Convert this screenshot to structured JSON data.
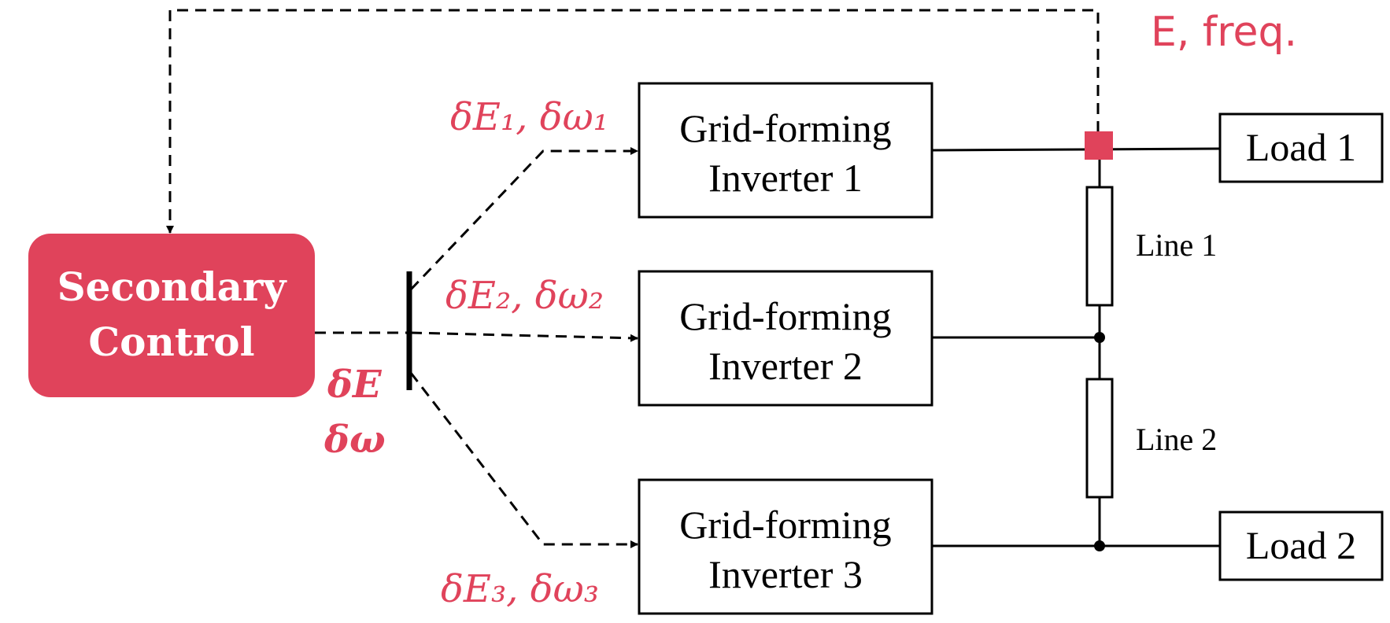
{
  "colors": {
    "accent": "#e0435b",
    "line": "#000000",
    "background": "#ffffff"
  },
  "controller": {
    "line1": "Secondary",
    "line2": "Control"
  },
  "broadcast": {
    "line1": "δE",
    "line2": "δω"
  },
  "inverters": [
    {
      "line1": "Grid-forming",
      "line2": "Inverter 1",
      "signal": "δE₁, δω₁"
    },
    {
      "line1": "Grid-forming",
      "line2": "Inverter 2",
      "signal": "δE₂, δω₂"
    },
    {
      "line1": "Grid-forming",
      "line2": "Inverter 3",
      "signal": "δE₃, δω₃"
    }
  ],
  "loads": [
    {
      "label": "Load 1"
    },
    {
      "label": "Load 2"
    }
  ],
  "lines": [
    {
      "label": "Line 1"
    },
    {
      "label": "Line 2"
    }
  ],
  "measurement": {
    "label": "E, freq."
  }
}
